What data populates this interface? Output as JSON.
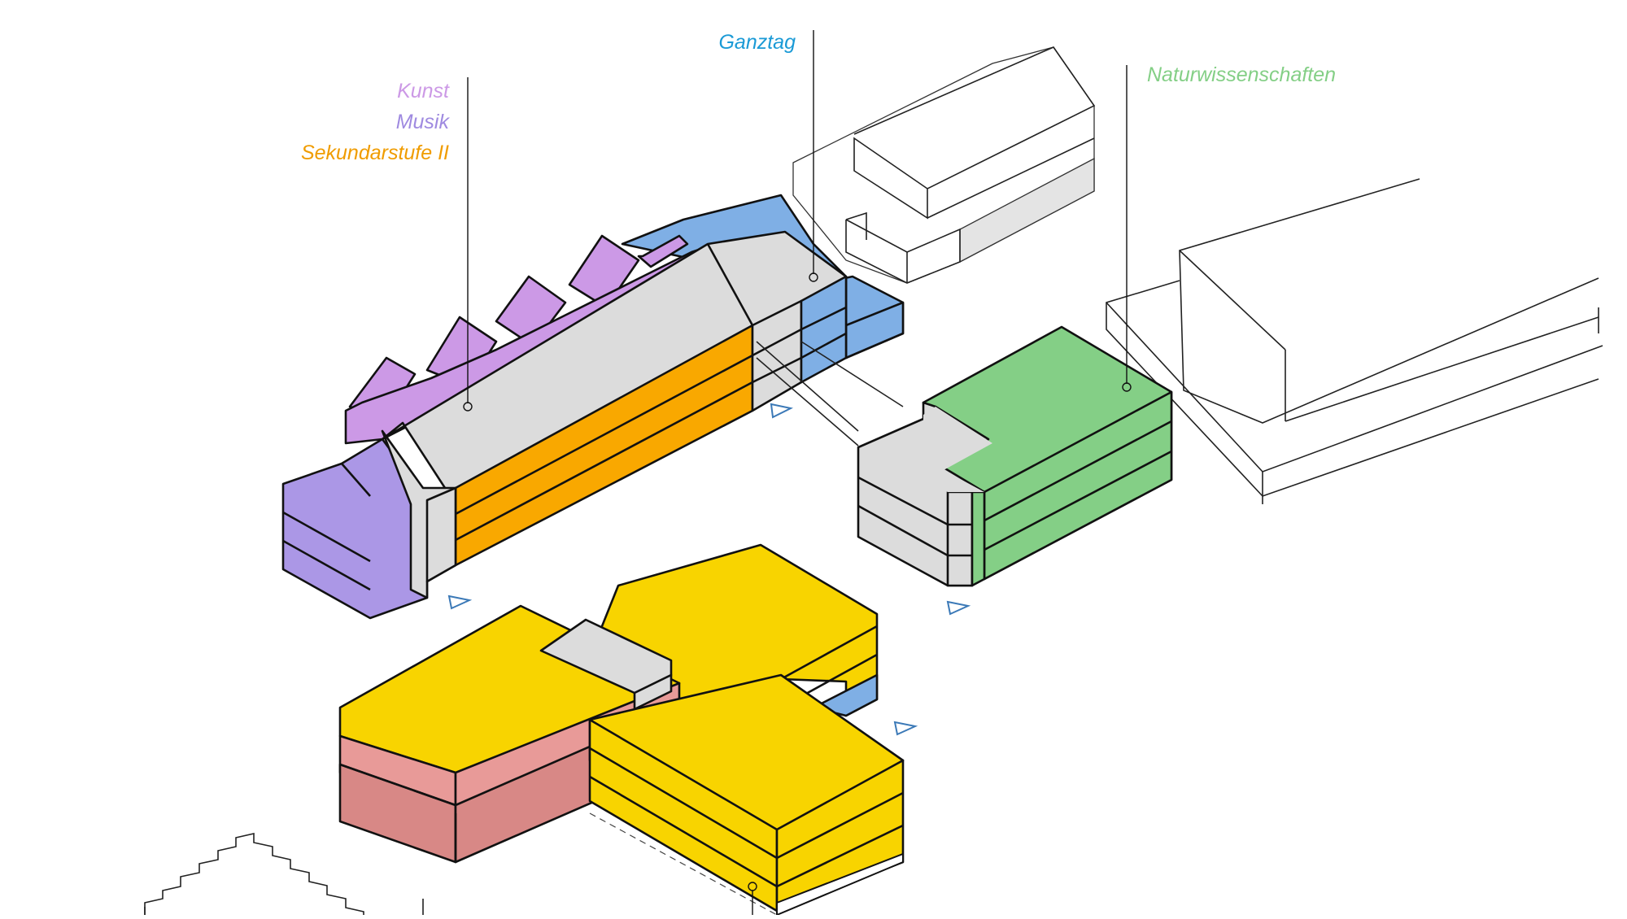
{
  "labels": {
    "kunst": "Kunst",
    "musik": "Musik",
    "sekundarstufe": "Sekundarstufe II",
    "ganztag": "Ganztag",
    "naturwissenschaften": "Naturwissenschaften"
  },
  "colors": {
    "kunst": "#cc99e6",
    "musik": "#ab97e6",
    "sekundarstufe": "#f9a800",
    "ganztag": "#7fafe5",
    "ganztag_label": "#1a9ad6",
    "naturwissenschaften": "#84cf86",
    "yellow": "#f8d400",
    "pink": "#e89a98",
    "neutral": "#dcdcdc"
  },
  "icons": [
    "entrance-marker-icon"
  ]
}
